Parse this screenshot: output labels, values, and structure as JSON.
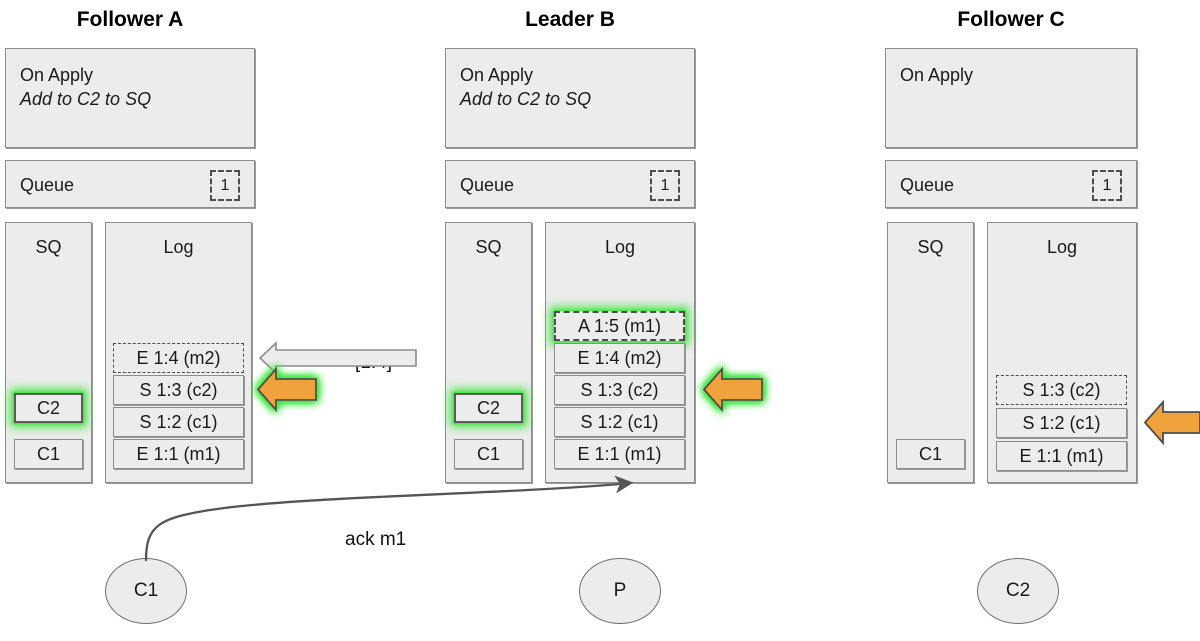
{
  "diagram": {
    "title_hidden": "",
    "nodes": [
      {
        "id": "follower-a",
        "title": "Follower A",
        "on_apply": {
          "header": "On Apply",
          "action": "Add to C2 to SQ"
        },
        "queue": {
          "label": "Queue",
          "count": "1"
        },
        "sq": {
          "label": "SQ",
          "items": [
            {
              "text": "C2",
              "style": "glow"
            },
            {
              "text": "C1",
              "style": "solid"
            }
          ]
        },
        "log": {
          "label": "Log",
          "entries": [
            {
              "text": "E 1:4 (m2)",
              "style": "dashed"
            },
            {
              "text": "S 1:3 (c2)",
              "style": "solid"
            },
            {
              "text": "S 1:2 (c1)",
              "style": "solid"
            },
            {
              "text": "E 1:1 (m1)",
              "style": "solid"
            }
          ]
        }
      },
      {
        "id": "leader-b",
        "title": "Leader B",
        "on_apply": {
          "header": "On Apply",
          "action": "Add to C2 to SQ"
        },
        "queue": {
          "label": "Queue",
          "count": "1"
        },
        "sq": {
          "label": "SQ",
          "items": [
            {
              "text": "C2",
              "style": "glow"
            },
            {
              "text": "C1",
              "style": "solid"
            }
          ]
        },
        "log": {
          "label": "Log",
          "entries": [
            {
              "text": "A 1:5 (m1)",
              "style": "dashed-glow"
            },
            {
              "text": "E 1:4 (m2)",
              "style": "solid"
            },
            {
              "text": "S 1:3 (c2)",
              "style": "solid"
            },
            {
              "text": "S 1:2 (c1)",
              "style": "solid"
            },
            {
              "text": "E 1:1 (m1)",
              "style": "solid"
            }
          ]
        }
      },
      {
        "id": "follower-c",
        "title": "Follower C",
        "on_apply": {
          "header": "On Apply",
          "action": ""
        },
        "queue": {
          "label": "Queue",
          "count": "1"
        },
        "sq": {
          "label": "SQ",
          "items": [
            {
              "text": "C1",
              "style": "solid"
            }
          ]
        },
        "log": {
          "label": "Log",
          "entries": [
            {
              "text": "S 1:3 (c2)",
              "style": "dashed"
            },
            {
              "text": "S 1:2 (c1)",
              "style": "solid"
            },
            {
              "text": "E 1:1 (m1)",
              "style": "solid"
            }
          ]
        }
      }
    ],
    "clients": [
      {
        "id": "c1",
        "text": "C1"
      },
      {
        "id": "p",
        "text": "P"
      },
      {
        "id": "c2",
        "text": "C2"
      }
    ],
    "arrows": {
      "replication_label": "[1:4]",
      "ack_label": "ack m1"
    },
    "colors": {
      "panel_fill": "#ececec",
      "panel_border": "#8c8c8c",
      "glow": "#3ce63c",
      "commit_arrow": "#f0a23c",
      "commit_arrow_border": "#4d4d4d",
      "grey_arrow_fill": "#ececec",
      "grey_arrow_border": "#8c8c8c",
      "curve": "#555555",
      "text": "#1a1a1a"
    }
  }
}
